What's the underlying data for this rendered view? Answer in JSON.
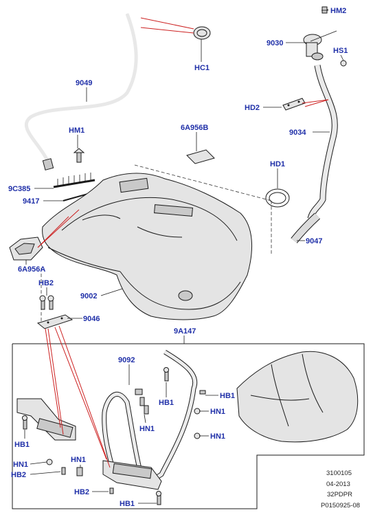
{
  "callouts": {
    "hm2": "HM2",
    "p9030": "9030",
    "hs1": "HS1",
    "hc1": "HC1",
    "p9049": "9049",
    "hd2": "HD2",
    "p6a956b": "6A956B",
    "p9034": "9034",
    "hm1": "HM1",
    "hd1": "HD1",
    "p9c385": "9C385",
    "p9417": "9417",
    "p6a956a": "6A956A",
    "p9047": "9047",
    "hb2_top": "HB2",
    "p9002": "9002",
    "p9046": "9046",
    "p9a147": "9A147",
    "p9092": "9092",
    "hb1_a": "HB1",
    "hb1_b": "HB1",
    "hn1_a": "HN1",
    "hn1_b": "HN1",
    "hn1_c": "HN1",
    "hb1_c": "HB1",
    "hn1_d": "HN1",
    "hn1_e": "HN1",
    "hb2_a": "HB2",
    "hb2_b": "HB2",
    "hb1_d": "HB1"
  },
  "footer": {
    "line1": "3100105",
    "line2": "04-2013",
    "line3": "32PDPR",
    "line4": "P0150925-08"
  },
  "colors": {
    "callout": "#1f2fa8",
    "leader_red": "#cc1f1f",
    "line": "#1a1a1a"
  }
}
